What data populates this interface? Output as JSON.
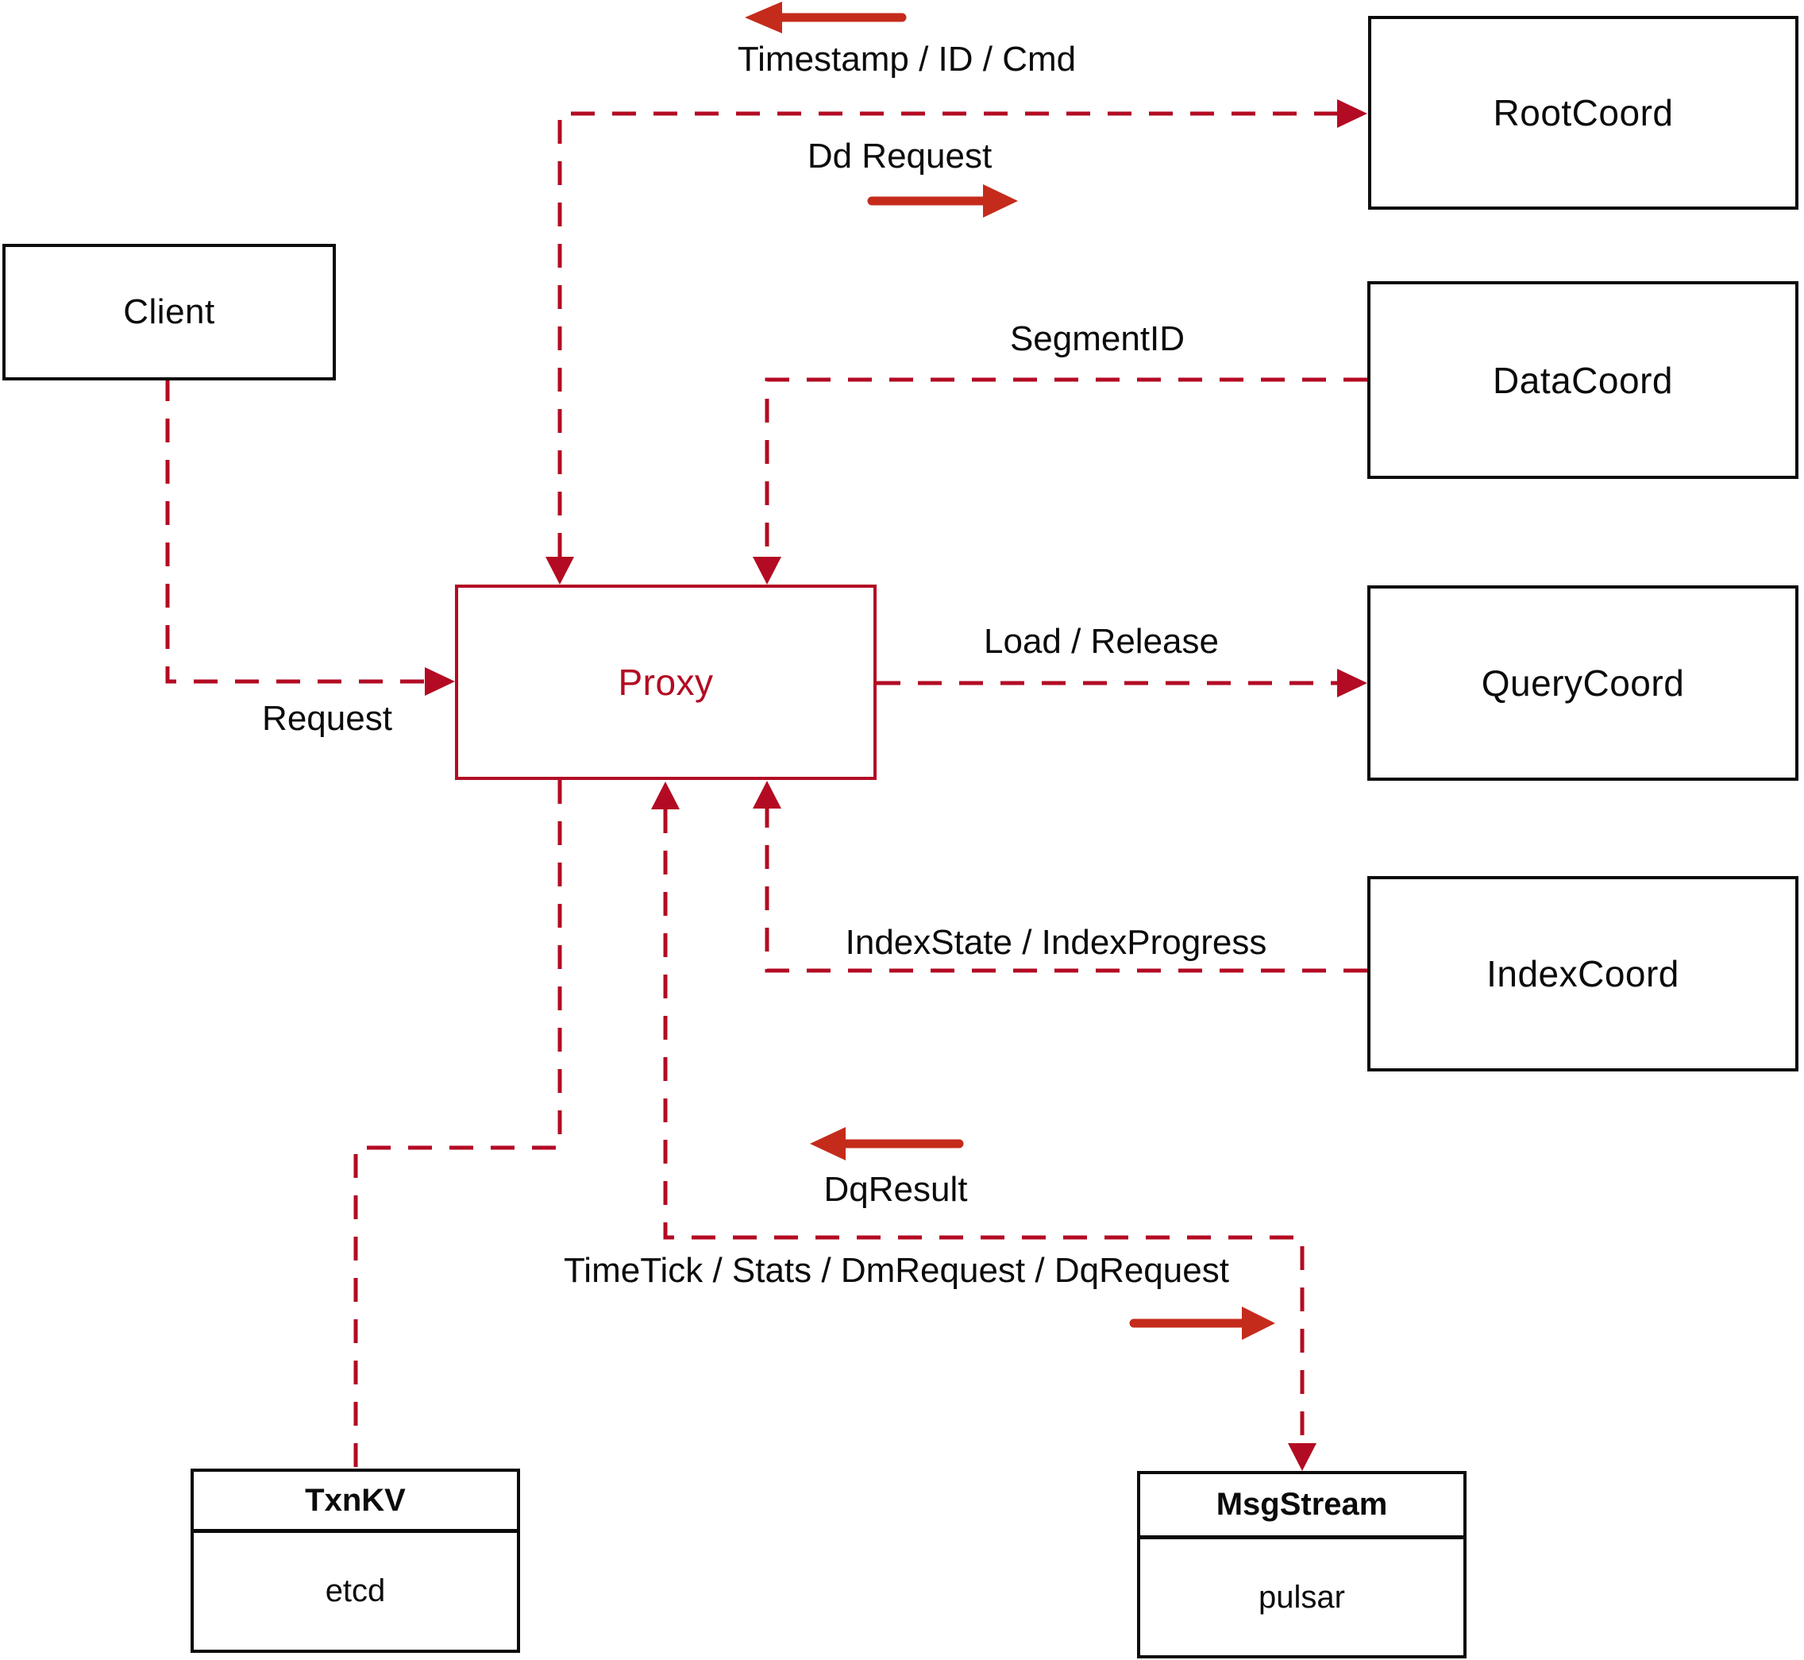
{
  "diagram": {
    "nodes": {
      "client": {
        "label": "Client"
      },
      "proxy": {
        "label": "Proxy"
      },
      "root_coord": {
        "label": "RootCoord"
      },
      "data_coord": {
        "label": "DataCoord"
      },
      "query_coord": {
        "label": "QueryCoord"
      },
      "index_coord": {
        "label": "IndexCoord"
      },
      "txn_kv": {
        "title": "TxnKV",
        "impl": "etcd"
      },
      "msg_stream": {
        "title": "MsgStream",
        "impl": "pulsar"
      }
    },
    "edge_labels": {
      "timestamp": "Timestamp / ID / Cmd",
      "dd_request": "Dd Request",
      "segment_id": "SegmentID",
      "load_release": "Load / Release",
      "index_state": "IndexState / IndexProgress",
      "request": "Request",
      "dq_result": "DqResult",
      "time_tick": "TimeTick / Stats / DmRequest / DqRequest"
    },
    "colors": {
      "dashed_line": "#b30b23",
      "solid_arrow": "#c42b1b",
      "proxy_accent": "#b30b23",
      "box_border": "#0b0b0b",
      "label_text": "#0b0b0b",
      "background": "#ffffff"
    }
  }
}
